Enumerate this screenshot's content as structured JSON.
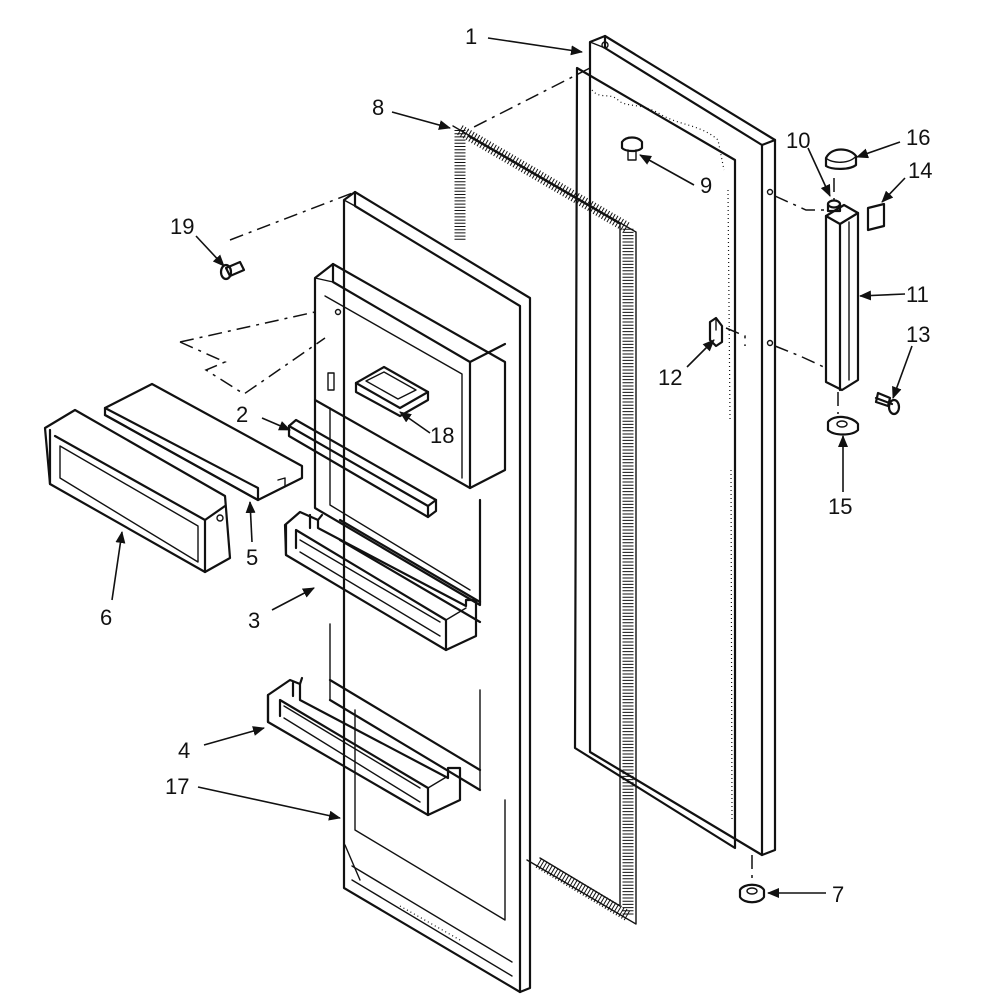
{
  "callouts": [
    {
      "id": "c1",
      "label": "1"
    },
    {
      "id": "c2",
      "label": "2"
    },
    {
      "id": "c3",
      "label": "3"
    },
    {
      "id": "c4",
      "label": "4"
    },
    {
      "id": "c5",
      "label": "5"
    },
    {
      "id": "c6",
      "label": "6"
    },
    {
      "id": "c7",
      "label": "7"
    },
    {
      "id": "c8",
      "label": "8"
    },
    {
      "id": "c9",
      "label": "9"
    },
    {
      "id": "c10",
      "label": "10"
    },
    {
      "id": "c11",
      "label": "11"
    },
    {
      "id": "c12",
      "label": "12"
    },
    {
      "id": "c13",
      "label": "13"
    },
    {
      "id": "c14",
      "label": "14"
    },
    {
      "id": "c15",
      "label": "15"
    },
    {
      "id": "c16",
      "label": "16"
    },
    {
      "id": "c17",
      "label": "17"
    },
    {
      "id": "c18",
      "label": "18"
    },
    {
      "id": "c19",
      "label": "19"
    }
  ],
  "colors": {
    "ink": "#111111",
    "paper": "#ffffff"
  }
}
